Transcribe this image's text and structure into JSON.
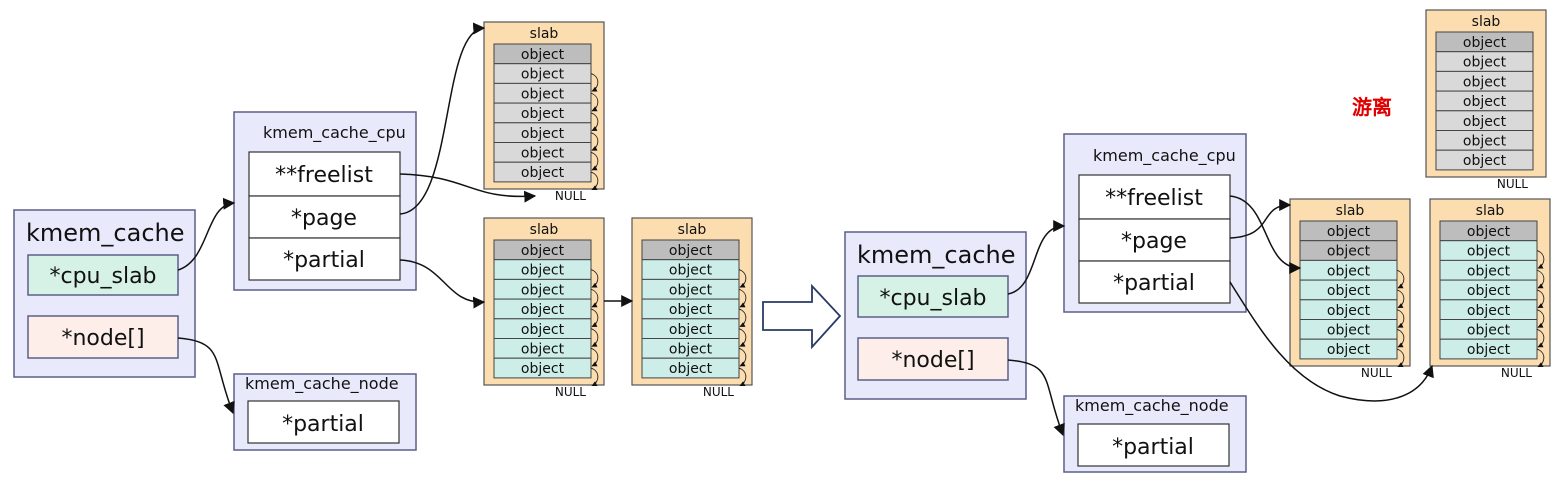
{
  "colors": {
    "panel_fill": "#e8eafc",
    "panel_stroke": "#5b5f86",
    "field_fill": "#ffffff",
    "cpu_slab_fill": "#d6f2e6",
    "node_fill": "#fdeeea",
    "slab_fill": "#fcddb0",
    "object_used": "#bdbdbd",
    "object_gray": "#d9d9d9",
    "object_free": "#cdeee8",
    "red_label": "#e00000"
  },
  "left": {
    "kmem_cache": {
      "title": "kmem_cache",
      "cpu_slab": "*cpu_slab",
      "node": "*node[]"
    },
    "cpu": {
      "title": "kmem_cache_cpu",
      "freelist": "**freelist",
      "page": "*page",
      "partial": "*partial"
    },
    "node": {
      "title": "kmem_cache_node",
      "partial": "*partial"
    },
    "slab_cpu": {
      "title": "slab",
      "objects": [
        "object",
        "object",
        "object",
        "object",
        "object",
        "object",
        "object"
      ],
      "null": "NULL"
    },
    "slab_partial1": {
      "title": "slab",
      "objects": [
        "object",
        "object",
        "object",
        "object",
        "object",
        "object",
        "object"
      ],
      "null": "NULL"
    },
    "slab_partial2": {
      "title": "slab",
      "objects": [
        "object",
        "object",
        "object",
        "object",
        "object",
        "object",
        "object"
      ],
      "null": "NULL"
    }
  },
  "right": {
    "kmem_cache": {
      "title": "kmem_cache",
      "cpu_slab": "*cpu_slab",
      "node": "*node[]"
    },
    "cpu": {
      "title": "kmem_cache_cpu",
      "freelist": "**freelist",
      "page": "*page",
      "partial": "*partial"
    },
    "node": {
      "title": "kmem_cache_node",
      "partial": "*partial"
    },
    "slab_detached": {
      "title": "slab",
      "objects": [
        "object",
        "object",
        "object",
        "object",
        "object",
        "object",
        "object"
      ],
      "null": "NULL",
      "label": "游离"
    },
    "slab_cpu": {
      "title": "slab",
      "objects": [
        "object",
        "object",
        "object",
        "object",
        "object",
        "object",
        "object"
      ],
      "null": "NULL"
    },
    "slab_partial": {
      "title": "slab",
      "objects": [
        "object",
        "object",
        "object",
        "object",
        "object",
        "object",
        "object"
      ],
      "null": "NULL"
    }
  }
}
